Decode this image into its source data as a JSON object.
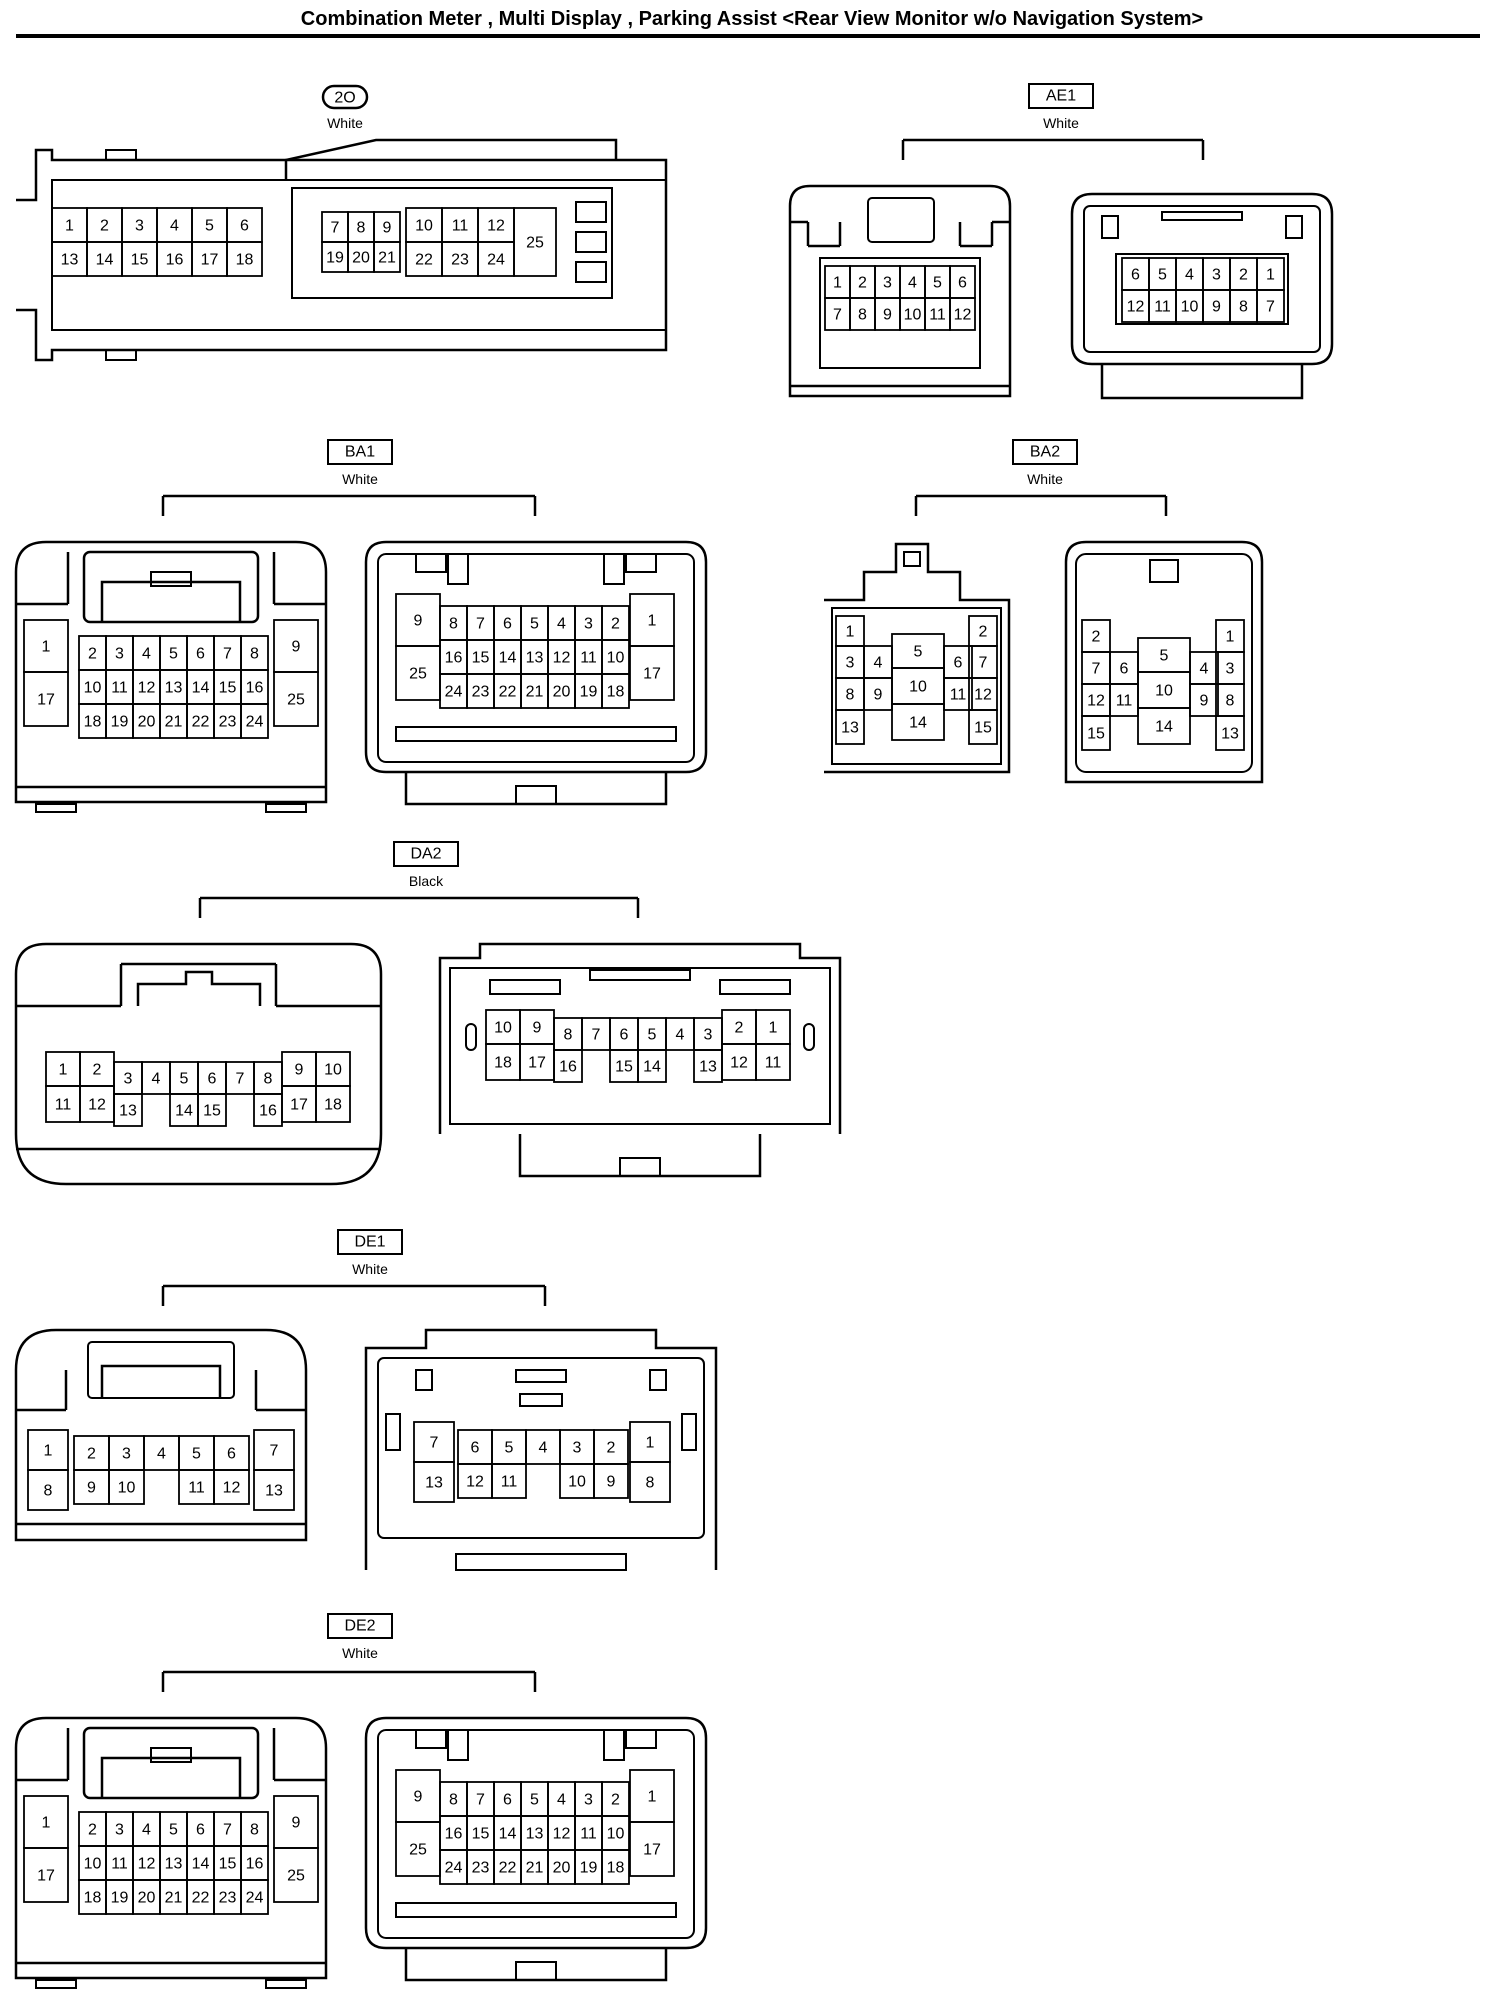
{
  "page": {
    "title": "Combination Meter , Multi Display , Parking Assist <Rear View Monitor w/o Navigation System>"
  },
  "connectors": [
    {
      "id": "2O",
      "color": "White",
      "rows": [
        [
          "1",
          "2",
          "3",
          "4",
          "5",
          "6",
          "7",
          "8",
          "9",
          "10",
          "11",
          "12",
          "25"
        ],
        [
          "13",
          "14",
          "15",
          "16",
          "17",
          "18",
          "19",
          "20",
          "21",
          "22",
          "23",
          "24"
        ]
      ]
    },
    {
      "id": "AE1",
      "color": "White",
      "left": [
        [
          "1",
          "2",
          "3",
          "4",
          "5",
          "6"
        ],
        [
          "7",
          "8",
          "9",
          "10",
          "11",
          "12"
        ]
      ],
      "right": [
        [
          "6",
          "5",
          "4",
          "3",
          "2",
          "1"
        ],
        [
          "12",
          "11",
          "10",
          "9",
          "8",
          "7"
        ]
      ]
    },
    {
      "id": "BA1",
      "color": "White",
      "left": {
        "side_l": [
          "1",
          "17"
        ],
        "side_r": [
          "9",
          "25"
        ],
        "rows": [
          [
            "2",
            "3",
            "4",
            "5",
            "6",
            "7",
            "8"
          ],
          [
            "10",
            "11",
            "12",
            "13",
            "14",
            "15",
            "16"
          ],
          [
            "18",
            "19",
            "20",
            "21",
            "22",
            "23",
            "24"
          ]
        ]
      },
      "right": {
        "side_l": [
          "9",
          "25"
        ],
        "side_r": [
          "1",
          "17"
        ],
        "rows": [
          [
            "8",
            "7",
            "6",
            "5",
            "4",
            "3",
            "2"
          ],
          [
            "16",
            "15",
            "14",
            "13",
            "12",
            "11",
            "10"
          ],
          [
            "24",
            "23",
            "22",
            "21",
            "20",
            "19",
            "18"
          ]
        ]
      }
    },
    {
      "id": "BA2",
      "color": "White",
      "left": {
        "cells": [
          "1",
          "2",
          "3",
          "4",
          "5",
          "6",
          "7",
          "8",
          "9",
          "10",
          "11",
          "12",
          "13",
          "14",
          "15"
        ]
      },
      "right": {
        "cells": [
          "2",
          "1",
          "7",
          "6",
          "5",
          "4",
          "3",
          "12",
          "11",
          "10",
          "9",
          "8",
          "15",
          "14",
          "13"
        ]
      }
    },
    {
      "id": "DA2",
      "color": "Black",
      "left": [
        [
          "1",
          "2",
          "3",
          "4",
          "5",
          "6",
          "7",
          "8",
          "9",
          "10"
        ],
        [
          "11",
          "12",
          "13",
          "14",
          "15",
          "16",
          "17",
          "18"
        ]
      ],
      "right": [
        [
          "10",
          "9",
          "8",
          "7",
          "6",
          "5",
          "4",
          "3",
          "2",
          "1"
        ],
        [
          "18",
          "17",
          "16",
          "15",
          "14",
          "13",
          "12",
          "11"
        ]
      ]
    },
    {
      "id": "DE1",
      "color": "White",
      "left": [
        [
          "1",
          "2",
          "3",
          "4",
          "5",
          "6",
          "7"
        ],
        [
          "8",
          "9",
          "10",
          "11",
          "12",
          "13"
        ]
      ],
      "right": [
        [
          "7",
          "6",
          "5",
          "4",
          "3",
          "2",
          "1"
        ],
        [
          "13",
          "12",
          "11",
          "10",
          "9",
          "8"
        ]
      ]
    },
    {
      "id": "DE2",
      "color": "White",
      "left": {
        "side_l": [
          "1",
          "17"
        ],
        "side_r": [
          "9",
          "25"
        ],
        "rows": [
          [
            "2",
            "3",
            "4",
            "5",
            "6",
            "7",
            "8"
          ],
          [
            "10",
            "11",
            "12",
            "13",
            "14",
            "15",
            "16"
          ],
          [
            "18",
            "19",
            "20",
            "21",
            "22",
            "23",
            "24"
          ]
        ]
      },
      "right": {
        "side_l": [
          "9",
          "25"
        ],
        "side_r": [
          "1",
          "17"
        ],
        "rows": [
          [
            "8",
            "7",
            "6",
            "5",
            "4",
            "3",
            "2"
          ],
          [
            "16",
            "15",
            "14",
            "13",
            "12",
            "11",
            "10"
          ],
          [
            "24",
            "23",
            "22",
            "21",
            "20",
            "19",
            "18"
          ]
        ]
      }
    }
  ]
}
